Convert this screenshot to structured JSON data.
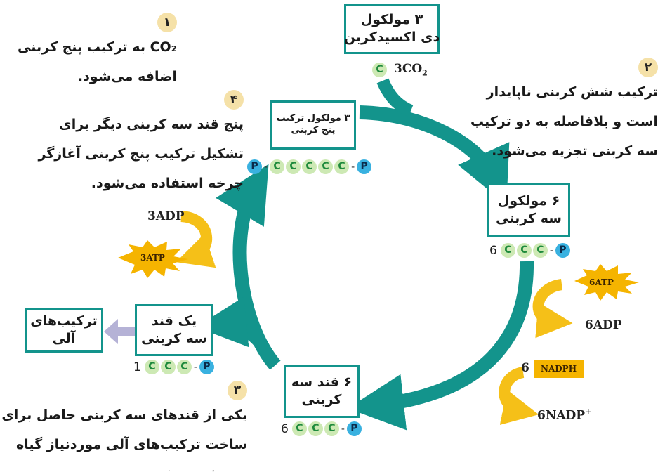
{
  "boxes": {
    "co2_box": [
      "۳ مولکول",
      "دی اکسیدکربن"
    ],
    "pentose_box": [
      "۳ مولکول ترکیب",
      "پنج کربنی"
    ],
    "three_c_box": [
      "۶ مولکول",
      "سه کربنی"
    ],
    "six_sugar_box": [
      "۶ قند سه",
      "کربنی"
    ],
    "one_sugar_box": [
      "یک قند",
      "سه کربنی"
    ],
    "organic_box": [
      "ترکیب‌های",
      "آلی"
    ]
  },
  "notes": {
    "step1": {
      "num": "۱",
      "lines": [
        "CO₂ به ترکیب پنج کربنی",
        "اضافه می‌شود."
      ]
    },
    "step2": {
      "num": "۲",
      "lines": [
        "ترکیب شش کربنی ناپایدار",
        "است و بلافاصله به دو ترکیب",
        "سه کربنی تجزیه می‌شود."
      ]
    },
    "step3": {
      "num": "۳",
      "lines": [
        "یکی از قندهای سه کربنی حاصل برای",
        "ساخت ترکیب‌های آلی موردنیاز گیاه",
        "مصرف می‌شود."
      ]
    },
    "step4": {
      "num": "۴",
      "lines": [
        "پنج قند سه کربنی دیگر برای",
        "تشکیل ترکیب پنج کربنی آغازگر",
        "چرخه استفاده می‌شود."
      ]
    }
  },
  "chains": {
    "co2_coef": "3CO",
    "co2_sub": "2",
    "c_letter": "C",
    "p_letter": "P",
    "coef6": "6",
    "coef1": "1"
  },
  "molecules": {
    "adp3": "3ADP",
    "atp3": "3ATP",
    "atp6": "6ATP",
    "adp6": "6ADP",
    "nadph_coef": "6",
    "nadph": "NADPH",
    "nadp6": "6NADP",
    "nadp_sup": "+"
  },
  "colors": {
    "cycle_arrow": "#13948c",
    "energy_arrow": "#f5c018",
    "burst": "#f5b400",
    "output_arrow": "#b5b2d6",
    "carbon": "#cde9b4",
    "phosphate": "#39b1e0"
  }
}
